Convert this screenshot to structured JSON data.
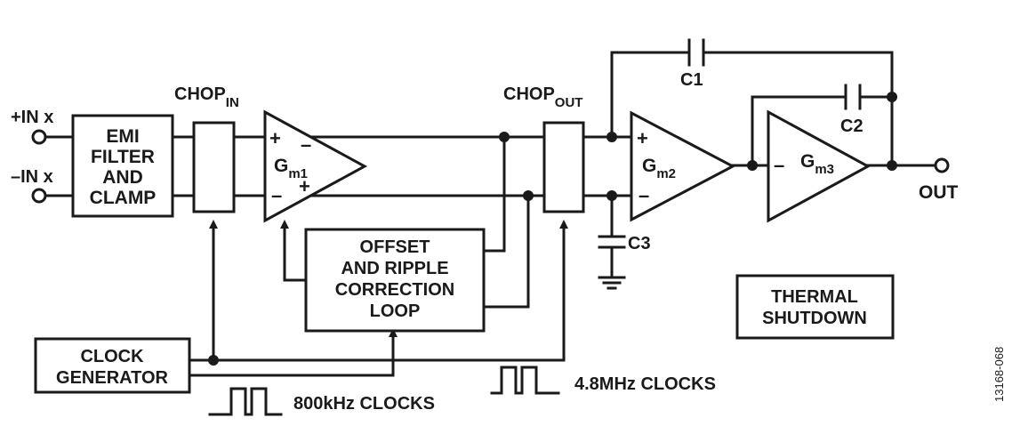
{
  "inputs": {
    "plus": "+IN x",
    "minus": "–IN x"
  },
  "blocks": {
    "emi": [
      "EMI",
      "FILTER",
      "AND",
      "CLAMP"
    ],
    "chop_in": {
      "main": "CHOP",
      "sub": "IN"
    },
    "chop_out": {
      "main": "CHOP",
      "sub": "OUT"
    },
    "gm1": {
      "main": "G",
      "sub": "m1"
    },
    "gm2": {
      "main": "G",
      "sub": "m2"
    },
    "gm3": {
      "main": "G",
      "sub": "m3"
    },
    "offset": [
      "OFFSET",
      "AND RIPPLE",
      "CORRECTION",
      "LOOP"
    ],
    "clock": [
      "CLOCK",
      "GENERATOR"
    ],
    "thermal": [
      "THERMAL",
      "SHUTDOWN"
    ]
  },
  "components": {
    "c1": "C1",
    "c2": "C2",
    "c3": "C3"
  },
  "clocks": {
    "slow": "800kHz CLOCKS",
    "fast": "4.8MHz CLOCKS"
  },
  "output": "OUT",
  "signs": {
    "plus": "+",
    "minus": "–"
  },
  "figure_id": "13168-068"
}
